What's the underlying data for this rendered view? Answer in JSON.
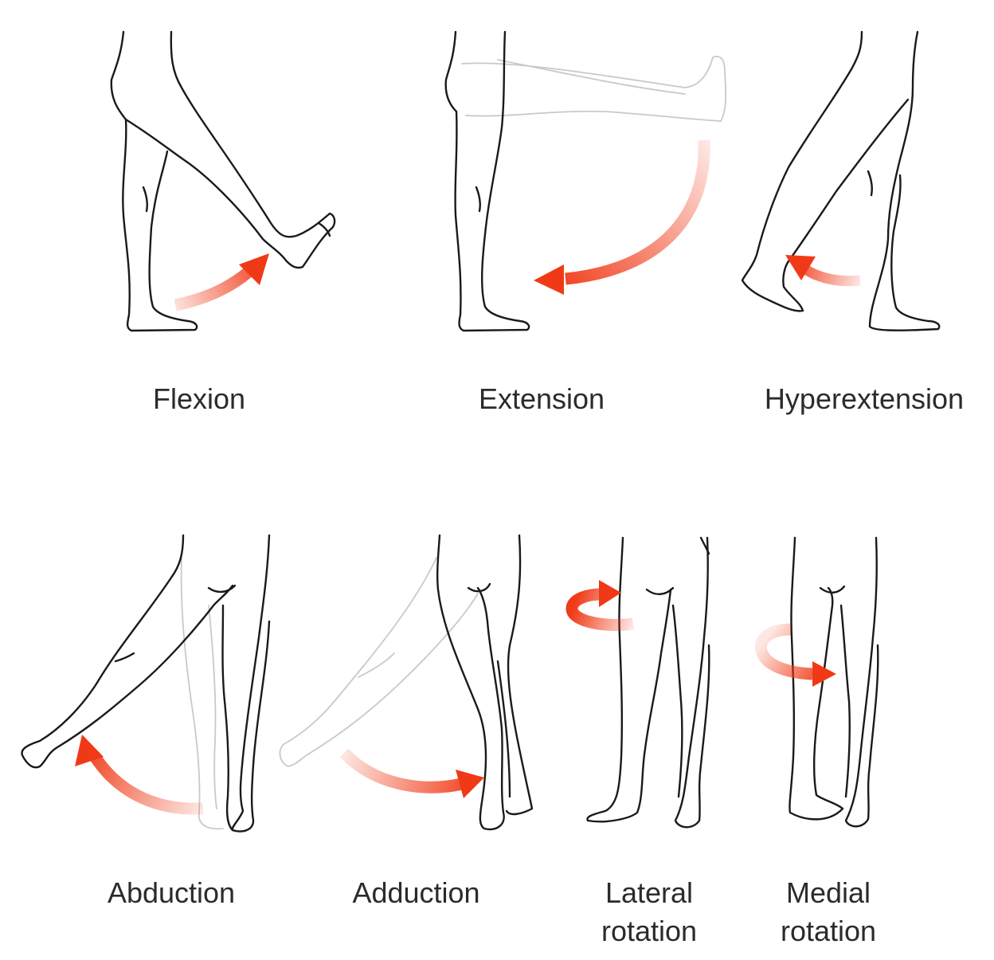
{
  "labels": {
    "flexion": "Flexion",
    "extension": "Extension",
    "hyperextension": "Hyperextension",
    "abduction": "Abduction",
    "adduction": "Adduction",
    "lateral_rotation": [
      "Lateral",
      "rotation"
    ],
    "medial_rotation": [
      "Medial",
      "rotation"
    ]
  },
  "colors": {
    "arrow": "#f03a17",
    "outline": "#1a1a1a",
    "ghost_outline": "#c9c9c9",
    "text": "#2b2b2b"
  }
}
